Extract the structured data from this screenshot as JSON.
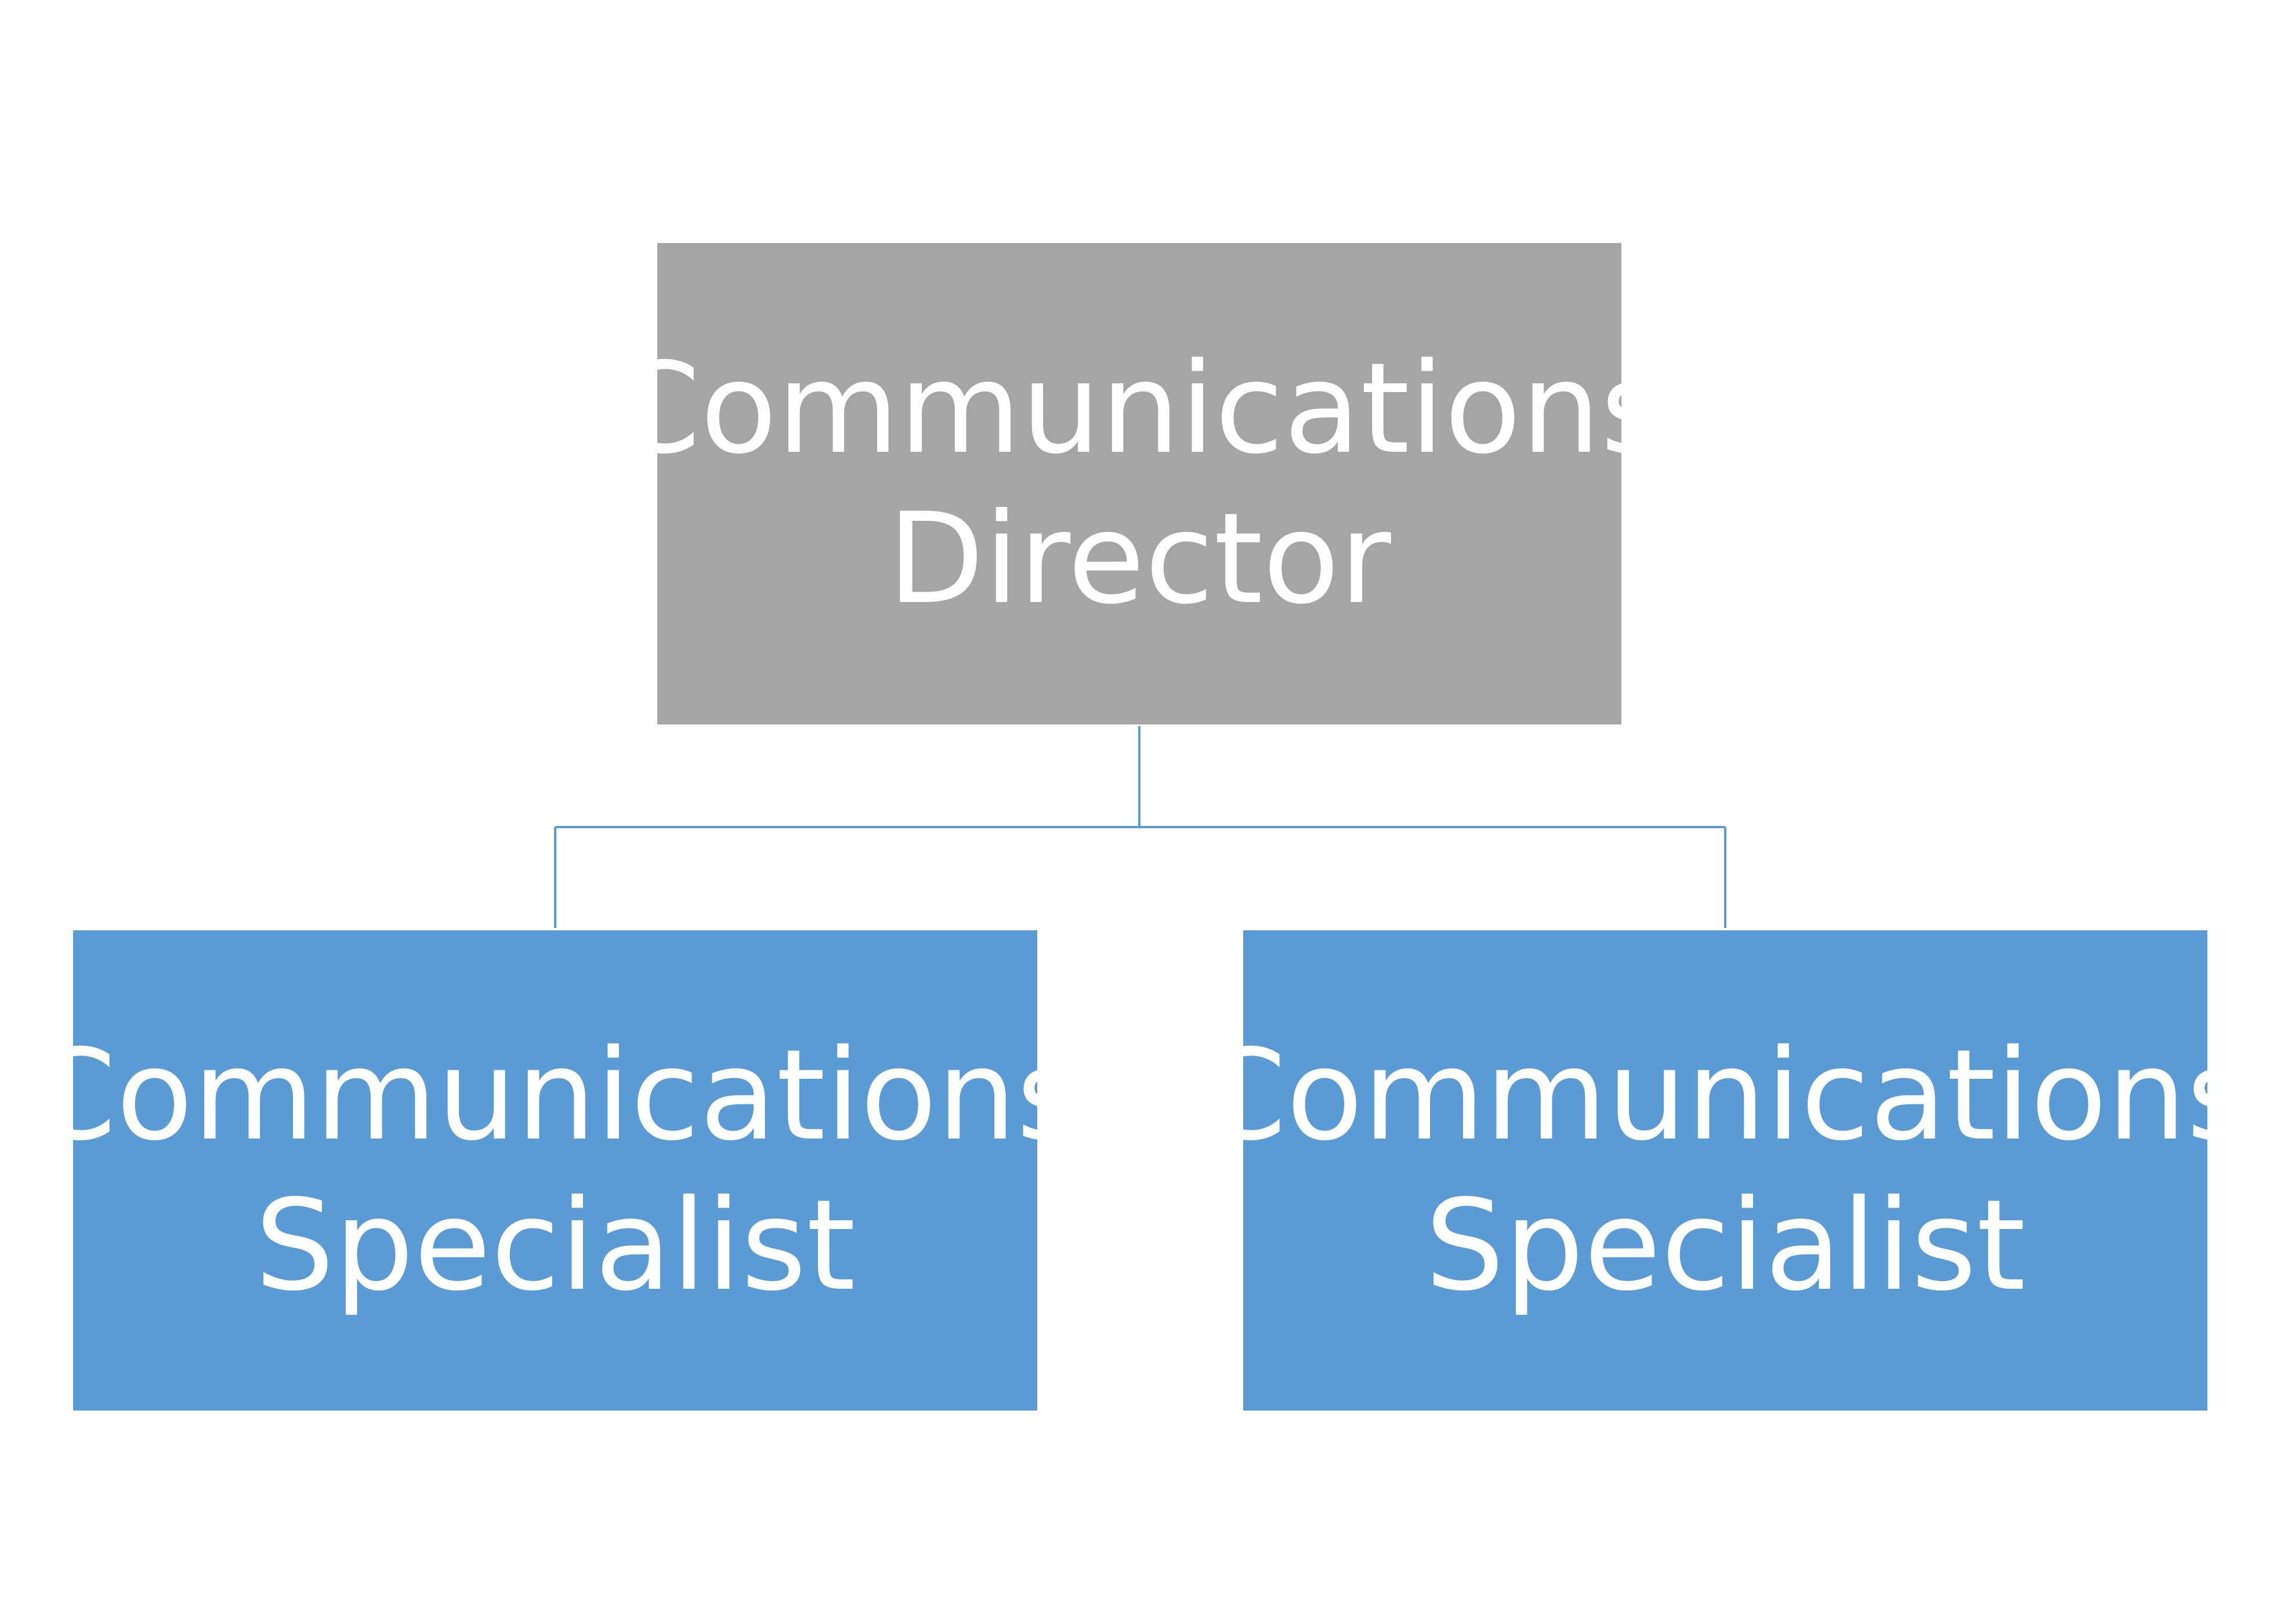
{
  "colors": {
    "director_fill": "#a5a5a5",
    "specialist_fill": "#5b9bd5",
    "connector": "#5b9bd5",
    "text": "#ffffff"
  },
  "director": {
    "line1": "Communications",
    "line2": "Director"
  },
  "specialists": [
    {
      "line1": "Communications",
      "line2": "Specialist"
    },
    {
      "line1": "Communications",
      "line2": "Specialist"
    }
  ]
}
